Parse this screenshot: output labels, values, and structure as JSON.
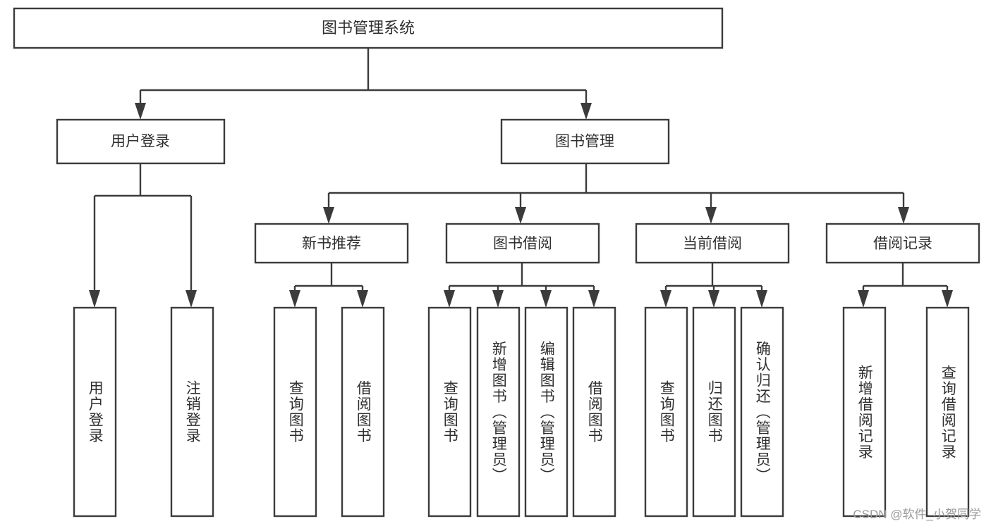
{
  "diagram": {
    "type": "tree-hierarchy",
    "title": "图书管理系统",
    "watermark": "CSDN @软件_小贺同学",
    "colors": {
      "stroke": "#3b3b3b",
      "box_fill": "#ffffff",
      "text": "#2f2f2f",
      "background": "#ffffff",
      "watermark_text": "#9a9a9a"
    },
    "root": {
      "label": "图书管理系统"
    },
    "level2": [
      {
        "label": "用户登录"
      },
      {
        "label": "图书管理"
      }
    ],
    "level3": [
      {
        "label": "新书推荐"
      },
      {
        "label": "图书借阅"
      },
      {
        "label": "当前借阅"
      },
      {
        "label": "借阅记录"
      }
    ],
    "leaves": {
      "user_login": [
        {
          "label": "用户登录"
        },
        {
          "label": "注销登录"
        }
      ],
      "new_book_recommend": [
        {
          "label": "查询图书"
        },
        {
          "label": "借阅图书"
        }
      ],
      "book_borrow": [
        {
          "label": "查询图书"
        },
        {
          "label": "新增图书（管理员）"
        },
        {
          "label": "编辑图书（管理员）"
        },
        {
          "label": "借阅图书"
        }
      ],
      "current_borrow": [
        {
          "label": "查询图书"
        },
        {
          "label": "归还图书"
        },
        {
          "label": "确认归还（管理员）"
        }
      ],
      "borrow_record": [
        {
          "label": "新增借阅记录"
        },
        {
          "label": "查询借阅记录"
        }
      ]
    }
  }
}
